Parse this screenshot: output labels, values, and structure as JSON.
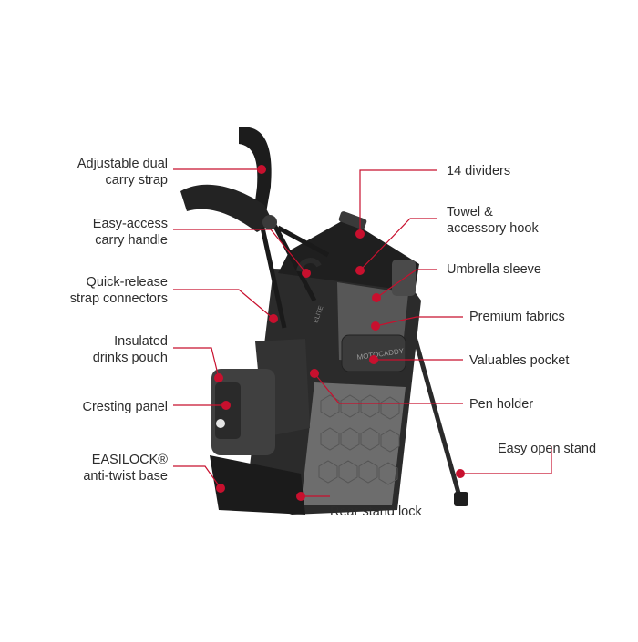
{
  "accent_color": "#c8102e",
  "bag_logo_text": "MOTOCADDY",
  "bag_panel_text": "ELITE",
  "labels": {
    "adjustable_strap": [
      "Adjustable dual",
      "carry strap"
    ],
    "carry_handle": [
      "Easy-access",
      "carry handle"
    ],
    "strap_connectors": [
      "Quick-release",
      "strap connectors"
    ],
    "drinks_pouch": [
      "Insulated",
      "drinks pouch"
    ],
    "cresting_panel": [
      "Cresting panel"
    ],
    "easilock_base": [
      "EASILOCK®",
      "anti-twist base"
    ],
    "dividers": [
      "14 dividers"
    ],
    "towel_hook": [
      "Towel &",
      "accessory hook"
    ],
    "umbrella_sleeve": [
      "Umbrella sleeve"
    ],
    "premium_fabrics": [
      "Premium fabrics"
    ],
    "valuables_pocket": [
      "Valuables pocket"
    ],
    "pen_holder": [
      "Pen holder"
    ],
    "open_stand": [
      "Easy open stand"
    ],
    "rear_stand_lock": [
      "Rear stand lock"
    ]
  }
}
